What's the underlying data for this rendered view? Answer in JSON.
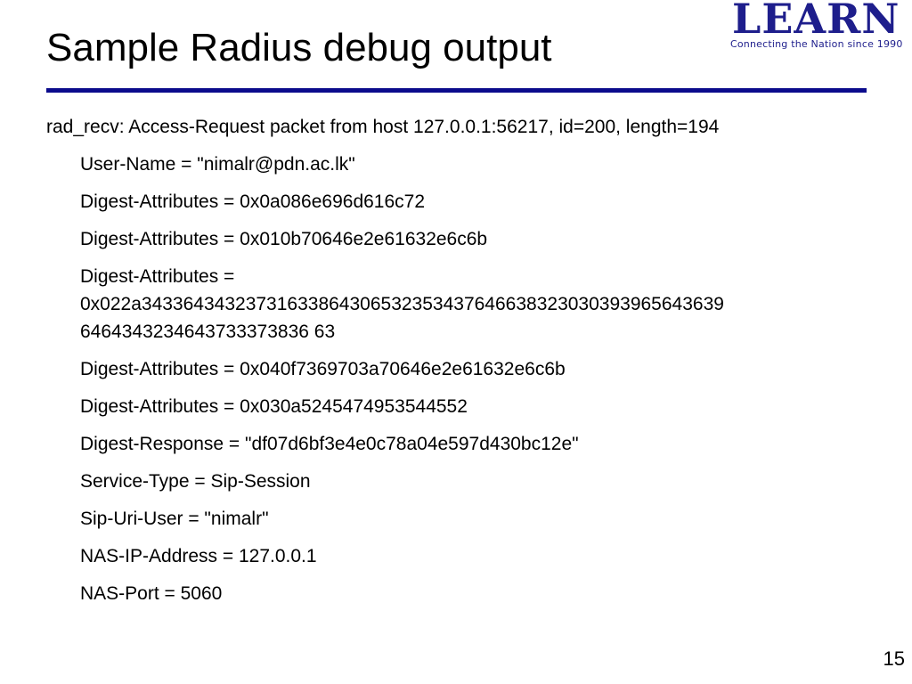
{
  "slide": {
    "title": "Sample Radius debug output",
    "page_number": "15"
  },
  "logo": {
    "word": "LEARN",
    "tagline": "Connecting the Nation since 1990",
    "color": "#1e1e8c"
  },
  "content": {
    "intro": "rad_recv: Access-Request packet from host 127.0.0.1:56217, id=200, length=194",
    "attributes": [
      "User-Name = \"nimalr@pdn.ac.lk\"",
      "Digest-Attributes = 0x0a086e696d616c72",
      "Digest-Attributes = 0x010b70646e2e61632e6c6b",
      "Digest-Attributes = 0x022a343364343237316338643065323534376466383230303939656436396464343234643733373836 63",
      "Digest-Attributes = 0x040f7369703a70646e2e61632e6c6b",
      "Digest-Attributes = 0x030a5245474953544552",
      "Digest-Response = \"df07d6bf3e4e0c78a04e597d430bc12e\"",
      "Service-Type = Sip-Session",
      "Sip-Uri-User = \"nimalr\"",
      "NAS-IP-Address = 127.0.0.1",
      "NAS-Port = 5060"
    ],
    "long_attribute": {
      "line1": "Digest-Attributes =",
      "line2": "0x022a34336434323731633864306532353437646638323030393965643639",
      "line3": "6464343234643733373836 63"
    }
  },
  "colors": {
    "rule": "#0b0b8c",
    "text": "#000000",
    "background": "#ffffff"
  }
}
